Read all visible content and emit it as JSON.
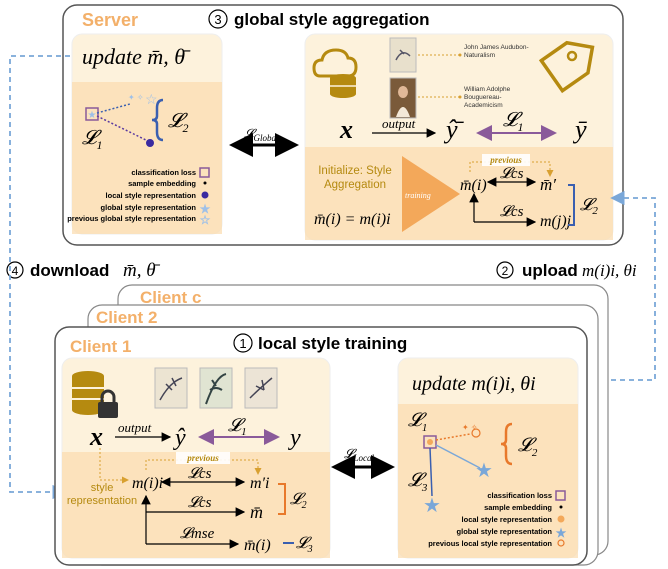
{
  "server": {
    "label": "Server",
    "step_num": "3",
    "title": "global style aggregation",
    "left_panel": {
      "update_text": "update m̄, θ̄",
      "loss1": "𝓛",
      "loss1_sub": "1",
      "loss2": "𝓛",
      "loss2_sub": "2",
      "legend": [
        "classification loss",
        "sample embedding",
        "local style representation",
        "global style representation",
        "previous global style representation"
      ]
    },
    "global_loss": "𝓛",
    "global_loss_sub": "Global",
    "right_panel": {
      "artists": [
        "John James Audubon-Naturalism",
        "William Adolphe Bouguereau-Academicism"
      ],
      "x": "x",
      "output": "output",
      "yhat": "ŷ̄",
      "ybar": "ȳ",
      "loss1": "𝓛",
      "loss1_sub": "1",
      "init_text": "Initialize: Style Aggregation",
      "init_eq": "m̄(i) = m(i)i",
      "training": "training",
      "previous": "previous",
      "mbar_i": "m̄(i)",
      "mbar_prime": "m̄′",
      "mj": "m(j)j",
      "lcs1": "𝓛cs",
      "lcs2": "𝓛cs",
      "loss2": "𝓛",
      "loss2_sub": "2"
    }
  },
  "download": {
    "num": "4",
    "word": "download",
    "math": "m̄, θ̄"
  },
  "upload": {
    "num": "2",
    "word": "upload",
    "math": "m(i)i, θi"
  },
  "clients": {
    "back2": "Client c",
    "back1": "Client 2",
    "front": "Client 1",
    "dots": "•••"
  },
  "client": {
    "step_num": "1",
    "title": "local style training",
    "left_panel": {
      "x": "x",
      "output": "output",
      "yhat": "ŷ",
      "y": "y",
      "loss1": "𝓛",
      "loss1_sub": "1",
      "style_label": "style representation",
      "previous": "previous",
      "mi": "m(i)i",
      "mi_prime": "m′i",
      "mbar": "m̄",
      "mbar_i": "m̄(i)",
      "lcs1": "𝓛cs",
      "lcs2": "𝓛cs",
      "lmse": "𝓛mse",
      "loss2": "𝓛",
      "loss2_sub": "2",
      "loss3": "𝓛",
      "loss3_sub": "3"
    },
    "local_loss": "𝓛",
    "local_loss_sub": "Local",
    "right_panel": {
      "update_text": "update m(i)i, θi",
      "loss1": "𝓛",
      "loss1_sub": "1",
      "loss2": "𝓛",
      "loss2_sub": "2",
      "loss3": "𝓛",
      "loss3_sub": "3",
      "legend": [
        "classification loss",
        "sample embedding",
        "local style representation",
        "global style representation",
        "previous local style representation"
      ]
    }
  },
  "colors": {
    "orange_label": "#f3b06a",
    "panel_fill": "#fdf2dc",
    "band_fill": "#fbdcae",
    "blue_dash": "#7aa7d8",
    "purple": "#8a5a9a",
    "orange_brace": "#e8792b",
    "blue_brace": "#3a5fb0"
  }
}
